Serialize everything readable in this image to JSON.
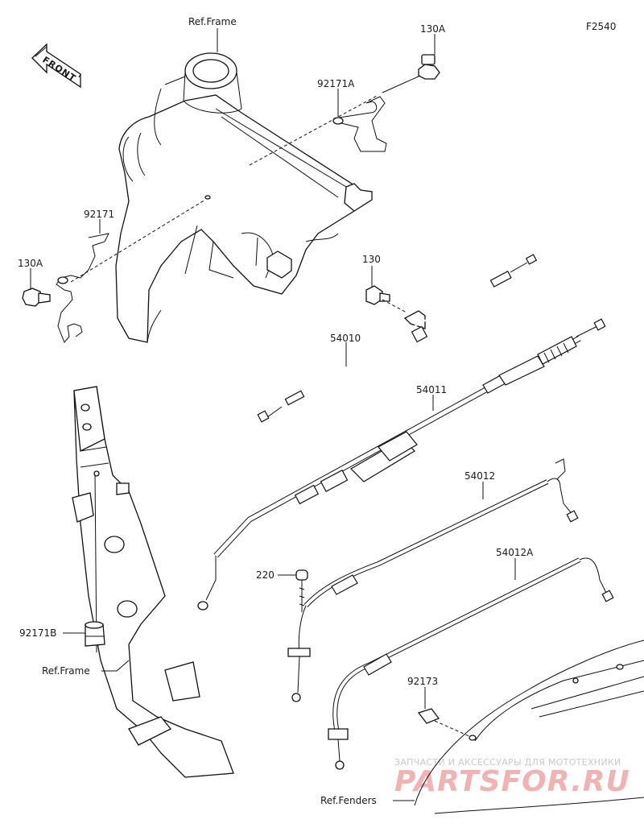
{
  "diagram": {
    "code": "F2540",
    "front_label": "FRONT",
    "callouts": {
      "ref_frame_top": "Ref.Frame",
      "p130A_top": "130A",
      "p92171A": "92171A",
      "p92171": "92171",
      "p130A_left": "130A",
      "p130": "130",
      "p54010": "54010",
      "p54011": "54011",
      "p54012": "54012",
      "p220": "220",
      "p54012A": "54012A",
      "p92171B": "92171B",
      "ref_frame_bottom": "Ref.Frame",
      "p92173": "92173",
      "ref_fenders": "Ref.Fenders"
    }
  },
  "watermark": {
    "caption": "ЗАПЧАСТИ И АКСЕССУАРЫ ДЛЯ МОТОТЕХНИКИ",
    "brand": "PARTSFOR.RU"
  },
  "colors": {
    "line": "#111111",
    "watermark_caption": "#c9c9c9",
    "watermark_brand": "#f0b3b3"
  }
}
